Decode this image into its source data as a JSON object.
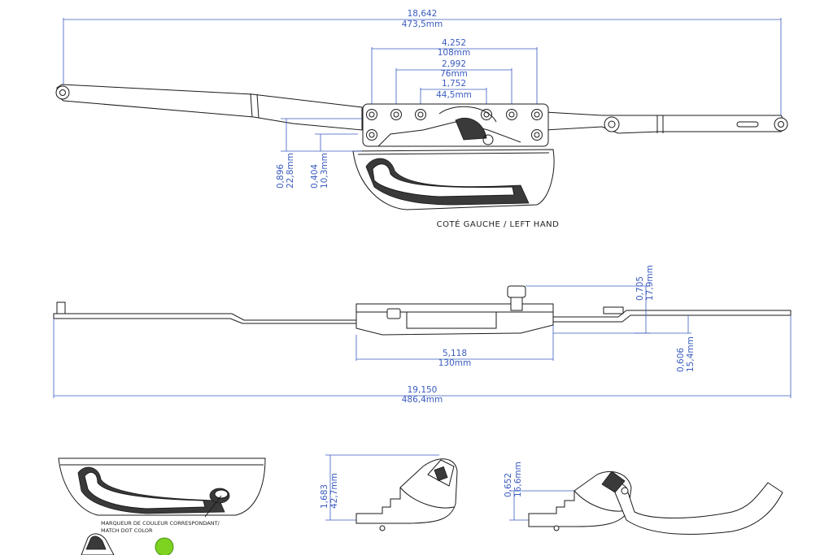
{
  "top_view": {
    "caption": "COTÉ GAUCHE / LEFT HAND",
    "dims": {
      "overall_in": "18,642",
      "overall_mm": "473,5mm",
      "outer_in": "4,252",
      "outer_mm": "108mm",
      "mid_in": "2,992",
      "mid_mm": "76mm",
      "inner_in": "1,752",
      "inner_mm": "44,5mm",
      "offset_a_in": "0,896",
      "offset_a_mm": "22,8mm",
      "offset_b_in": "0,404",
      "offset_b_mm": "10,3mm"
    }
  },
  "side_view": {
    "dims": {
      "height_in": "0,705",
      "height_mm": "17,9mm",
      "base_in": "5,118",
      "base_mm": "130mm",
      "drop_in": "0,606",
      "drop_mm": "15,4mm",
      "overall_in": "19,150",
      "overall_mm": "486,4mm"
    }
  },
  "detail_views": {
    "color_marker_note_line1": "MARQUEUR DE COULEUR CORRESPONDANT/",
    "color_marker_note_line2": "MATCH DOT COLOR",
    "marker_color": "#7ed321",
    "handle_folded_in": "1,683",
    "handle_folded_mm": "42,7mm",
    "handle_open_in": "0,652",
    "handle_open_mm": "16,6mm"
  }
}
